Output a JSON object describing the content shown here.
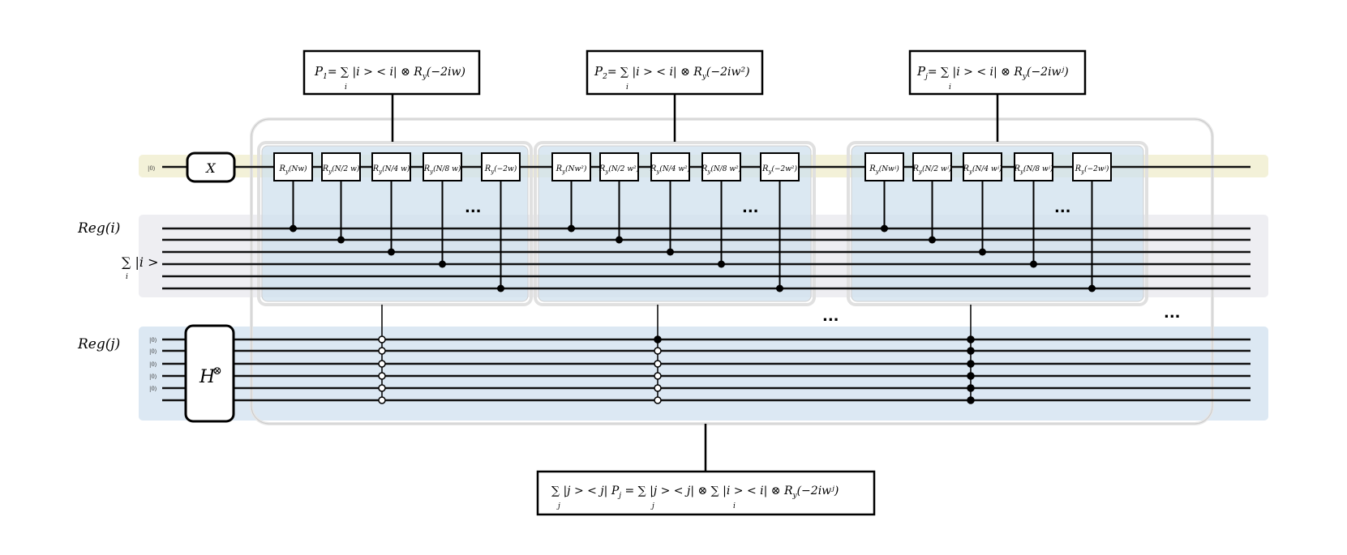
{
  "labels": {
    "reg_i": "Reg(i)",
    "sum_i_ket": "∑ |i >",
    "sum_i_sub": "i",
    "reg_j": "Reg(j)",
    "ket0": "|0⟩",
    "x_gate": "X",
    "h_gate": "H",
    "h_sup": "⊗",
    "ellipsis": "..."
  },
  "top_boxes": [
    {
      "lhs": "P",
      "lhs_sub": "1",
      "rhs": "= ∑ |i > < i| ⊗ R",
      "rhs_sub": "y",
      "arg": "(−2iw)",
      "sum_sub": "i"
    },
    {
      "lhs": "P",
      "lhs_sub": "2",
      "rhs": "= ∑ |i > < i| ⊗ R",
      "rhs_sub": "y",
      "arg": "(−2iw²)",
      "sum_sub": "i"
    },
    {
      "lhs": "P",
      "lhs_sub": "j",
      "rhs": "= ∑ |i > < i| ⊗ R",
      "rhs_sub": "y",
      "arg": "(−2iwʲ)",
      "sum_sub": "i"
    }
  ],
  "bottom_box": {
    "text": "∑ |j > < j| P",
    "sub_j1": "j",
    "p_sub": "j",
    "mid": " = ∑ |j > < j| ⊗ ∑ |i > < i| ⊗ R",
    "sub_j2": "j",
    "sub_i": "i",
    "ry_sub": "y",
    "arg": "(−2iwʲ)"
  },
  "gate_groups": [
    {
      "gates": [
        {
          "base": "R",
          "sub": "y",
          "arg": "(Nw)"
        },
        {
          "base": "R",
          "sub": "y",
          "arg": "(N/2 w)"
        },
        {
          "base": "R",
          "sub": "y",
          "arg": "(N/4 w)"
        },
        {
          "base": "R",
          "sub": "y",
          "arg": "(N/8 w)"
        },
        {
          "base": "R",
          "sub": "y",
          "arg": "(−2w)"
        }
      ]
    },
    {
      "gates": [
        {
          "base": "R",
          "sub": "y",
          "arg": "(Nw²)"
        },
        {
          "base": "R",
          "sub": "y",
          "arg": "(N/2 w²)"
        },
        {
          "base": "R",
          "sub": "y",
          "arg": "(N/4 w²)"
        },
        {
          "base": "R",
          "sub": "y",
          "arg": "(N/8 w²)"
        },
        {
          "base": "R",
          "sub": "y",
          "arg": "(−2w²)"
        }
      ]
    },
    {
      "gates": [
        {
          "base": "R",
          "sub": "y",
          "arg": "(Nwʲ)"
        },
        {
          "base": "R",
          "sub": "y",
          "arg": "(N/2 wʲ)"
        },
        {
          "base": "R",
          "sub": "y",
          "arg": "(N/4 wʲ)"
        },
        {
          "base": "R",
          "sub": "y",
          "arg": "(N/8 wʲ)"
        },
        {
          "base": "R",
          "sub": "y",
          "arg": "(−2wʲ)"
        }
      ]
    }
  ],
  "control_patterns": [
    [
      "open",
      "open",
      "open",
      "open",
      "open",
      "open"
    ],
    [
      "filled",
      "open",
      "open",
      "open",
      "open",
      "open"
    ],
    [
      "filled",
      "filled",
      "filled",
      "filled",
      "filled",
      "filled"
    ]
  ],
  "colors": {
    "ancilla_band": "#f3f1d8",
    "reg_i_band": "#eeeef2",
    "reg_j_band": "#dce8f3",
    "block_fill": "#cfe0ee",
    "wire": "#111111"
  }
}
